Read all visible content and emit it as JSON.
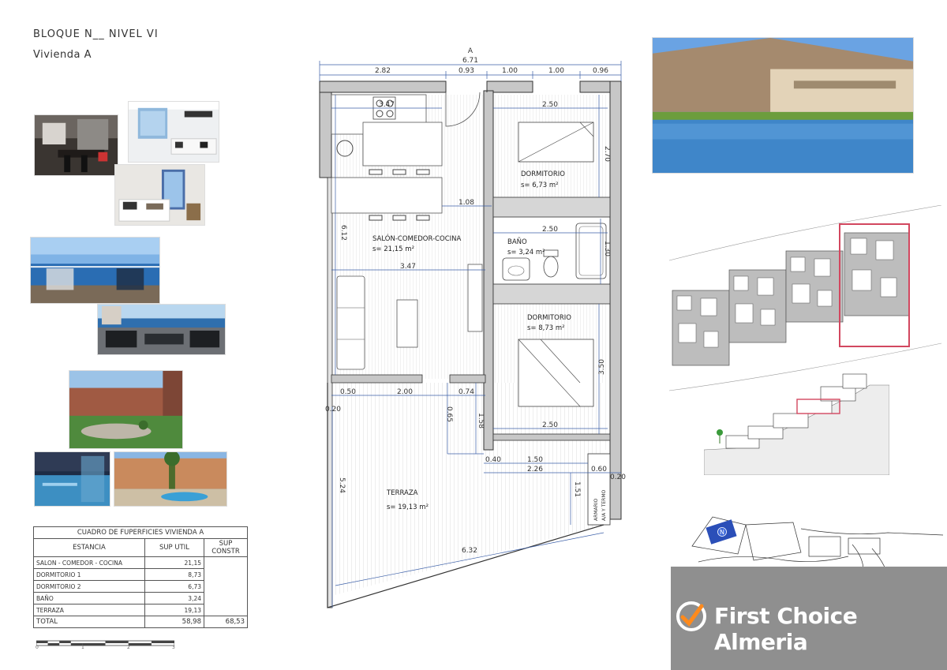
{
  "header": {
    "line1": "BLOQUE N__ NIVEL VI",
    "line2": "Vivienda A"
  },
  "plan": {
    "section_marker": "A",
    "dim_total": "6.71",
    "dims_top": [
      "2.82",
      "0.93",
      "1.00",
      "1.00",
      "0.96"
    ],
    "dim_kitchen": "3.47",
    "dim_bed_top": "2.50",
    "dim_bed_side": "2.70",
    "dim_island": "1.08",
    "dim_bath_w": "2.50",
    "dim_bath_h": "1.30",
    "dim_living": "3.47",
    "dim_height_left": "6.12",
    "dim_bed2_h": "3.50",
    "dim_bed2_w": "2.50",
    "dims_terrace_top": [
      "0.50",
      "2.00",
      "0.74"
    ],
    "dim_020a": "0.20",
    "dim_065": "0.65",
    "dim_158": "1.58",
    "dim_040": "0.40",
    "dim_150": "1.50",
    "dim_226": "2.26",
    "dim_060": "0.60",
    "dim_020b": "0.20",
    "dim_151": "1.51",
    "dim_524": "5.24",
    "dim_632": "6.32",
    "rooms": {
      "bed1_name": "DORMITORIO",
      "bed1_area": "s= 6,73 m²",
      "living_name": "SALÓN-COMEDOR-COCINA",
      "living_area": "s= 21,15 m²",
      "bath_name": "BAÑO",
      "bath_area": "s= 3,24 m²",
      "bed2_name": "DORMITORIO",
      "bed2_area": "s= 8,73 m²",
      "terrace_name": "TERRAZA",
      "terrace_area": "s= 19,13 m²",
      "closet_1": "ARMARIO",
      "closet_2": "A/A Y TERMO"
    }
  },
  "surfaces_table": {
    "caption": "CUADRO DE FUPERFICIES VIVIENDA A",
    "headers": [
      "ESTANCIA",
      "SUP UTIL",
      "SUP CONSTR"
    ],
    "rows": [
      {
        "name": "SALON - COMEDOR - COCINA",
        "util": "21,15"
      },
      {
        "name": "DORMITORIO 1",
        "util": "8,73"
      },
      {
        "name": "DORMITORIO 2",
        "util": "6,73"
      },
      {
        "name": "BAÑO",
        "util": "3,24"
      },
      {
        "name": "TERRAZA",
        "util": "19,13"
      }
    ],
    "total_label": "TOTAL",
    "total_util": "58,98",
    "total_constr": "68,53"
  },
  "scale_bar": {
    "ticks": [
      "0",
      "1",
      "2",
      "3"
    ]
  },
  "site": {
    "compass": "N"
  },
  "brand": {
    "name": "First Choice Almeria"
  },
  "colors": {
    "highlight": "#d2475f",
    "dim_line": "#3b5fa8",
    "pool": "#3f86c9",
    "logo_bg": "#8f8f8f"
  }
}
